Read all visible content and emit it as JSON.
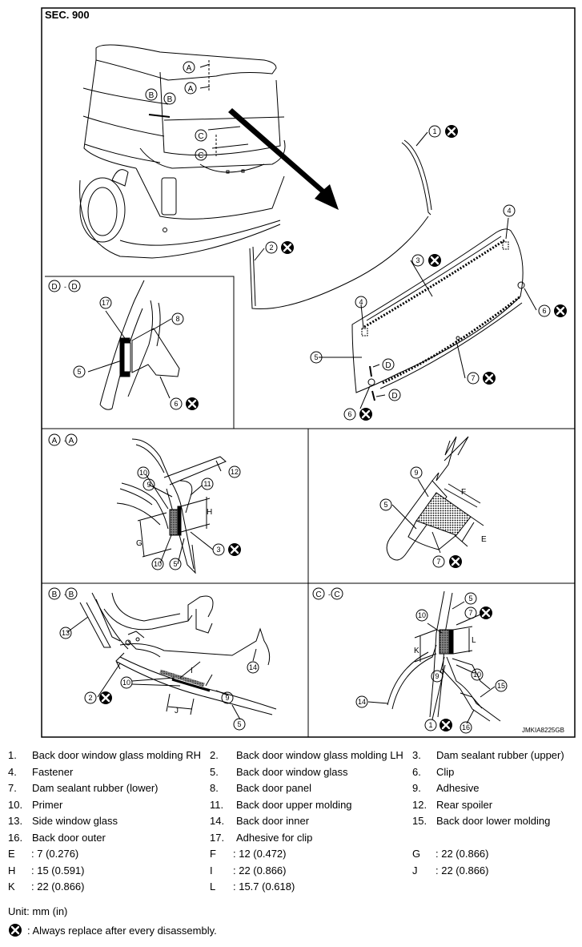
{
  "header": {
    "section": "SEC. 900",
    "figure_code": "JMKIA8225GB"
  },
  "views": {
    "dd": "D - D",
    "aa": "A - A",
    "bb": "B - B",
    "cc": "C - C"
  },
  "callouts": {
    "a": "A",
    "b": "B",
    "c": "C",
    "d": "D",
    "n1": "1",
    "n2": "2",
    "n3": "3",
    "n4": "4",
    "n5": "5",
    "n6": "6",
    "n7": "7",
    "n8": "8",
    "n9": "9",
    "n10": "10",
    "n11": "11",
    "n12": "12",
    "n13": "13",
    "n14": "14",
    "n15": "15",
    "n16": "16",
    "n17": "17",
    "E": "E",
    "F": "F",
    "G": "G",
    "H": "H",
    "I": "I",
    "J": "J",
    "K": "K",
    "L": "L"
  },
  "legend": [
    {
      "num": "1.",
      "text": "Back door window glass molding RH"
    },
    {
      "num": "2.",
      "text": "Back door window glass molding LH"
    },
    {
      "num": "3.",
      "text": "Dam sealant rubber (upper)"
    },
    {
      "num": "4.",
      "text": "Fastener"
    },
    {
      "num": "5.",
      "text": "Back door window glass"
    },
    {
      "num": "6.",
      "text": "Clip"
    },
    {
      "num": "7.",
      "text": "Dam sealant rubber (lower)"
    },
    {
      "num": "8.",
      "text": "Back door panel"
    },
    {
      "num": "9.",
      "text": "Adhesive"
    },
    {
      "num": "10.",
      "text": "Primer"
    },
    {
      "num": "11.",
      "text": "Back door upper molding"
    },
    {
      "num": "12.",
      "text": "Rear spoiler"
    },
    {
      "num": "13.",
      "text": "Side window glass"
    },
    {
      "num": "14.",
      "text": "Back door inner"
    },
    {
      "num": "15.",
      "text": "Back door lower molding"
    },
    {
      "num": "16.",
      "text": "Back door outer"
    },
    {
      "num": "17.",
      "text": "Adhesive for clip"
    }
  ],
  "dimensions": [
    {
      "key": "E",
      "value": ": 7 (0.276)"
    },
    {
      "key": "F",
      "value": ": 12 (0.472)"
    },
    {
      "key": "G",
      "value": ": 22 (0.866)"
    },
    {
      "key": "H",
      "value": ": 15 (0.591)"
    },
    {
      "key": "I",
      "value": ": 22 (0.866)"
    },
    {
      "key": "J",
      "value": ": 22 (0.866)"
    },
    {
      "key": "K",
      "value": ": 22 (0.866)"
    },
    {
      "key": "L",
      "value": ": 15.7 (0.618)"
    }
  ],
  "unit": "Unit: mm (in)",
  "replace_note": ": Always replace after every disassembly."
}
